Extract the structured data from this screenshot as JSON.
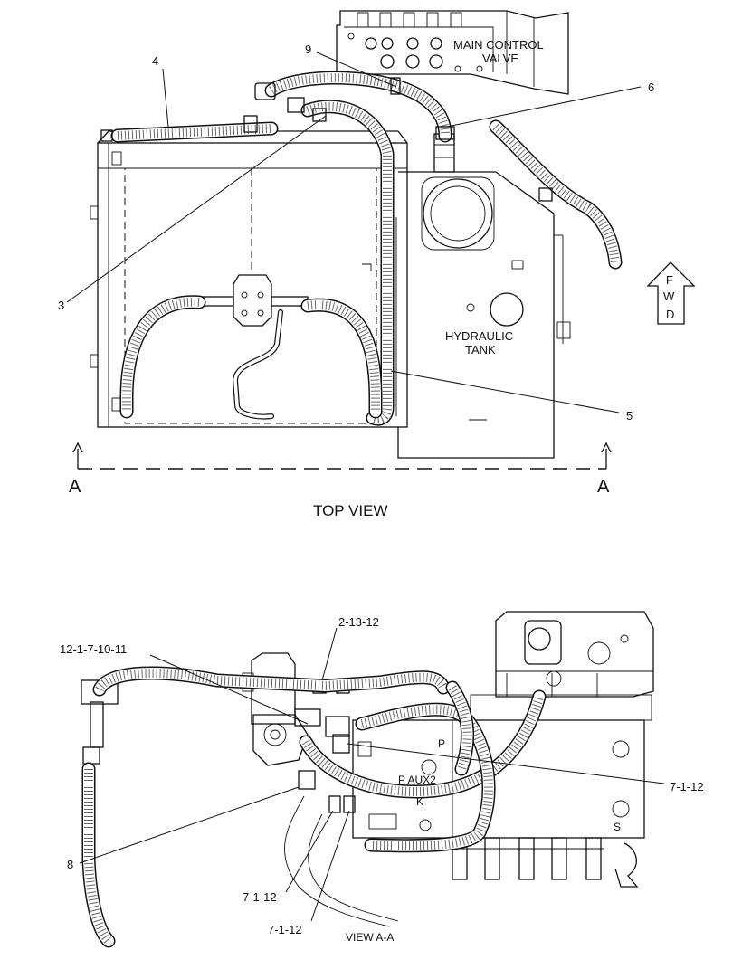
{
  "top_view": {
    "title": "TOP VIEW",
    "labels": {
      "main_control_valve_1": "MAIN CONTROL",
      "main_control_valve_2": "VALVE",
      "hydraulic_tank_1": "HYDRAULIC",
      "hydraulic_tank_2": "TANK",
      "fwd_f": "F",
      "fwd_w": "W",
      "fwd_d": "D",
      "section_left": "A",
      "section_right": "A"
    },
    "callouts": {
      "c4": "4",
      "c9": "9",
      "c6": "6",
      "c3": "3",
      "c5": "5"
    }
  },
  "view_aa": {
    "title": "VIEW A-A",
    "callouts": {
      "c2_13_12": "2-13-12",
      "c12_1_7_10_11": "12-1-7-10-11",
      "c7_1_12_right": "7-1-12",
      "c8": "8",
      "c7_1_12_mid": "7-1-12",
      "c7_1_12_low": "7-1-12"
    }
  },
  "colors": {
    "ink": "#111111",
    "paper": "#ffffff",
    "stipple": "#666666"
  }
}
